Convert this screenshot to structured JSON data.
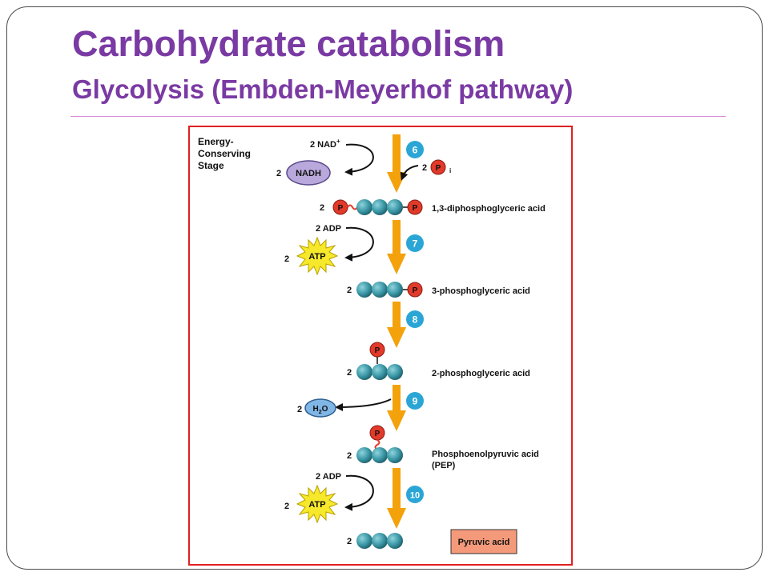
{
  "slide": {
    "title": "Carbohydrate catabolism",
    "subtitle": "Glycolysis (Embden-Meyerhof pathway)",
    "colors": {
      "title": "#7a3aa3",
      "rule": "#d88ad8",
      "figure_border": "#e02020"
    }
  },
  "figure": {
    "stage_label_line1": "Energy-",
    "stage_label_line2": "Conserving",
    "stage_label_line3": "Stage",
    "steps": [
      "6",
      "7",
      "8",
      "9",
      "10"
    ],
    "coefficient": "2",
    "phosphate": "P",
    "phosphate_subscript": "i",
    "nad_label": "2 NAD",
    "nad_superscript": "+",
    "nadh_label": "NADH",
    "adp_label": "2 ADP",
    "atp_label": "ATP",
    "h2o_h": "H",
    "h2o_sub": "2",
    "h2o_o": "O",
    "compounds": {
      "c1": "1,3-diphosphoglyceric acid",
      "c2": "3-phosphoglyceric acid",
      "c3": "2-phosphoglyceric acid",
      "c4_line1": "Phosphoenolpyruvic acid",
      "c4_line2": "(PEP)",
      "c5": "Pyruvic acid"
    },
    "colors": {
      "carbon": "#3a97a6",
      "phosphate": "#e23a2a",
      "arrow": "#f3a20c",
      "step_badge": "#2aa6d6",
      "atp_burst": "#f6e82a",
      "nadh": "#b8a8dc",
      "h2o": "#7fb6e6",
      "pyruvate_box": "#f49a7a"
    }
  }
}
